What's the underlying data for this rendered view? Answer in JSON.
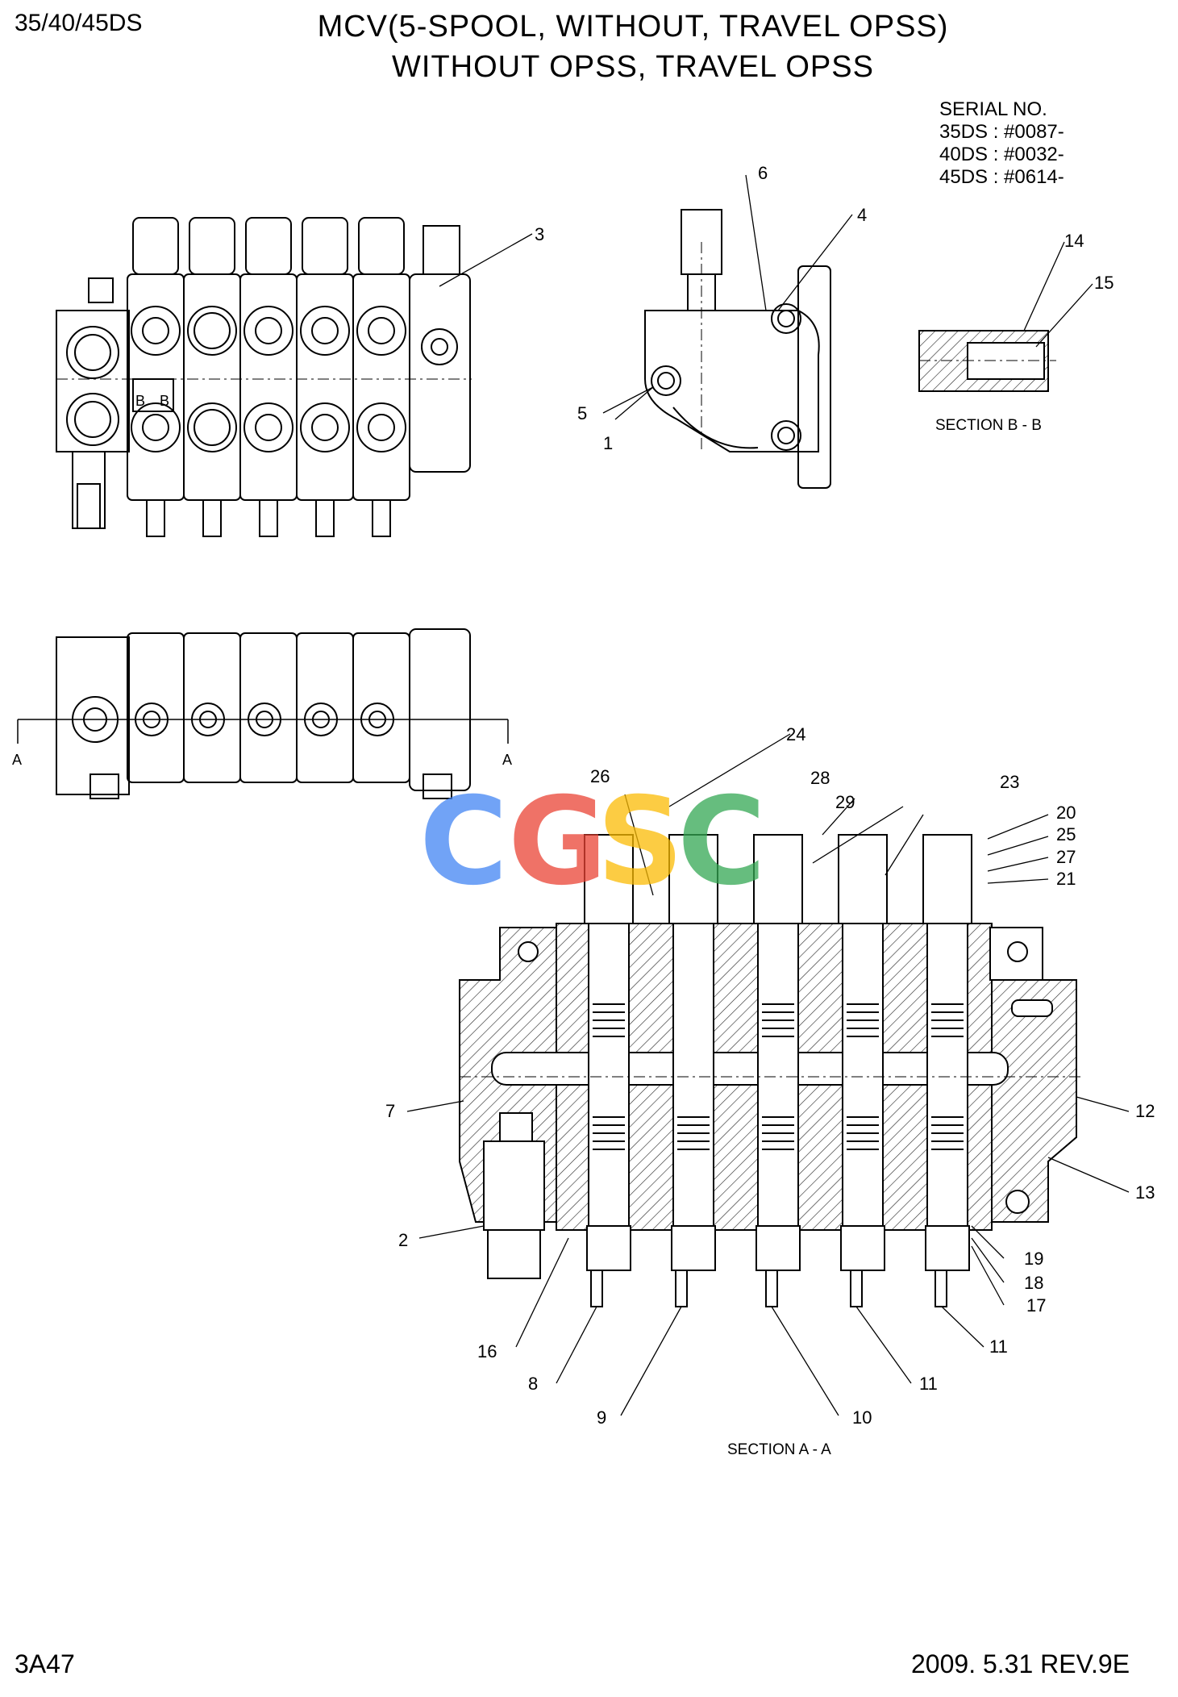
{
  "header": {
    "model": "35/40/45DS",
    "title_line1": "MCV(5-SPOOL, WITHOUT, TRAVEL OPSS)",
    "title_line2": "WITHOUT OPSS, TRAVEL OPSS"
  },
  "serial": {
    "heading": "SERIAL NO.",
    "lines": [
      "35DS : #0087-",
      "40DS : #0032-",
      "45DS : #0614-"
    ]
  },
  "sections": {
    "bb": "SECTION B - B",
    "aa": "SECTION A - A"
  },
  "view_labels": {
    "section_marker": "A",
    "bb_marker": "B"
  },
  "callouts": [
    "1",
    "2",
    "3",
    "4",
    "5",
    "6",
    "7",
    "8",
    "9",
    "10",
    "11",
    "11",
    "12",
    "13",
    "14",
    "15",
    "16",
    "17",
    "18",
    "19",
    "20",
    "21",
    "23",
    "24",
    "25",
    "26",
    "27",
    "28",
    "29"
  ],
  "watermark": {
    "text": "CGSC",
    "colors": [
      "#4285F4",
      "#EA4335",
      "#FBBC05",
      "#34A853"
    ]
  },
  "footer": {
    "sheet": "3A47",
    "revision": "2009. 5.31  REV.9E"
  }
}
